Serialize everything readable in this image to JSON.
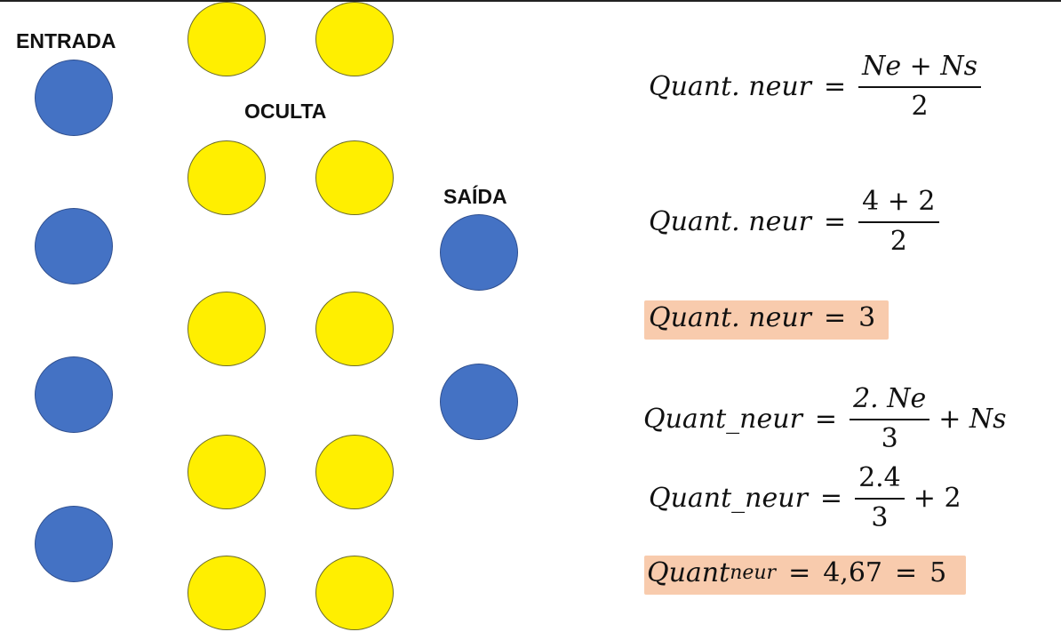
{
  "colors": {
    "input_neuron": "#4472C4",
    "hidden_neuron": "#FFEF00",
    "output_neuron": "#4472C4",
    "highlight": "#F8CBAD"
  },
  "layers": {
    "input_label": "ENTRADA",
    "hidden_label": "OCULTA",
    "output_label": "SAÍDA"
  },
  "equations": {
    "eq1": {
      "lhs": "Quant. neur",
      "eq": "=",
      "num": "Ne + Ns",
      "den": "2"
    },
    "eq2": {
      "lhs": "Quant. neur",
      "eq": "=",
      "num": "4 + 2",
      "den": "2"
    },
    "eq3": {
      "lhs": "Quant. neur",
      "eq": "=",
      "rhs": "3"
    },
    "eq4": {
      "lhs": "Quant_neur",
      "eq": "=",
      "num": "2. Ne",
      "den": "3",
      "tail": "+ Ns"
    },
    "eq5": {
      "lhs": "Quant_neur",
      "eq": "=",
      "num": "2.4",
      "den": "3",
      "tail": "+ 2"
    },
    "eq6": {
      "lhs_base": "Quant",
      "lhs_sub": "neur",
      "eq1": "=",
      "mid": "4,67",
      "eq2": "=",
      "rhs": "5"
    }
  }
}
